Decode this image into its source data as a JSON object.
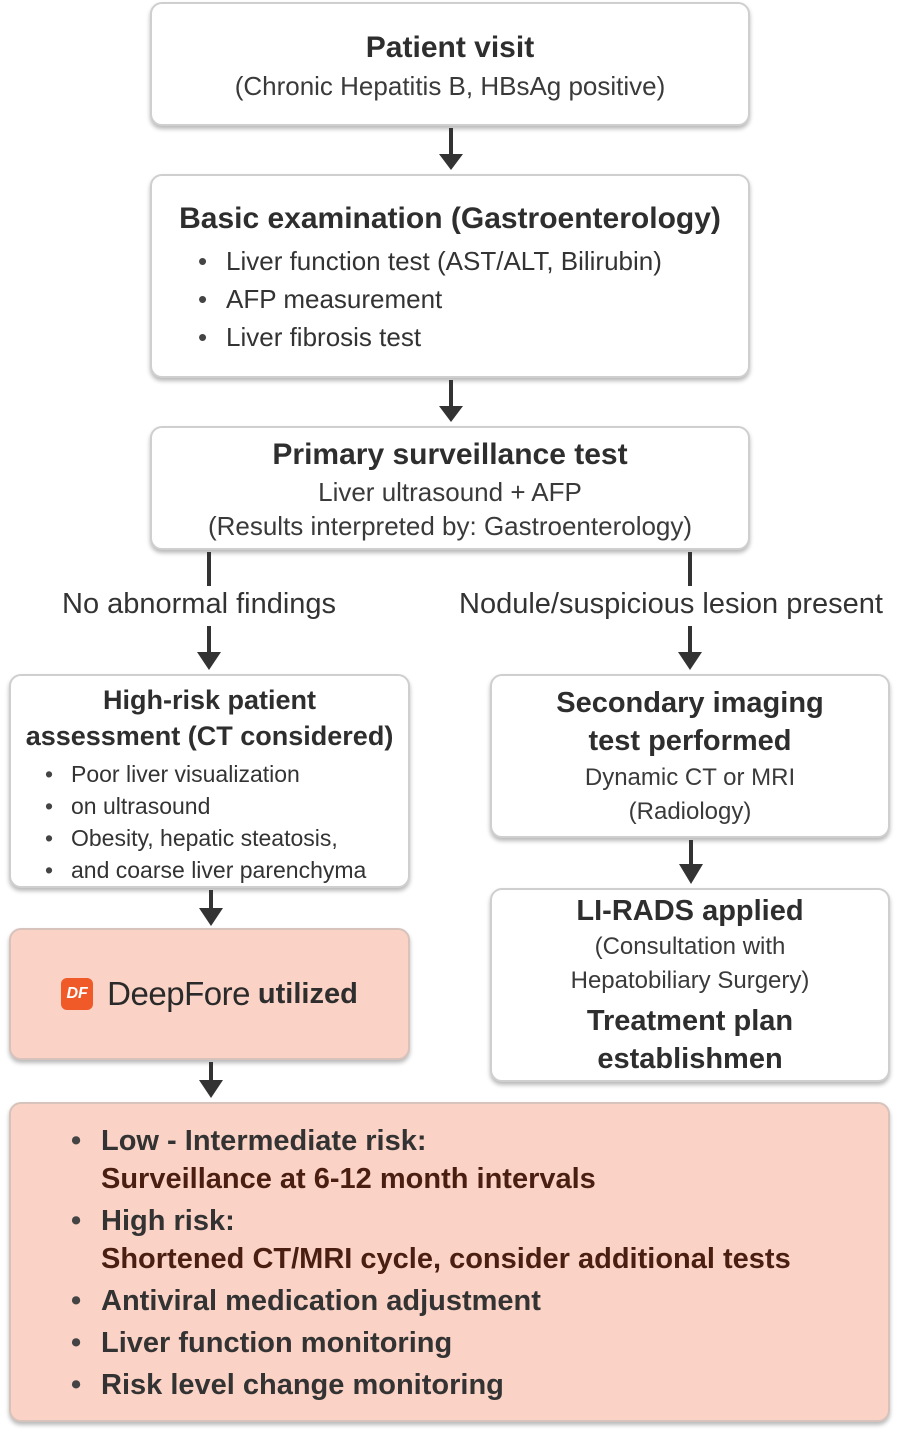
{
  "patient_visit": {
    "title": "Patient visit",
    "subtitle": "(Chronic Hepatitis B, HBsAg positive)"
  },
  "basic_exam": {
    "title": "Basic examination (Gastroenterology)",
    "items": [
      "Liver function test (AST/ALT, Bilirubin)",
      "AFP measurement",
      "Liver fibrosis test"
    ]
  },
  "primary_test": {
    "title": "Primary surveillance test",
    "line1": "Liver ultrasound + AFP",
    "line2": "(Results interpreted by: Gastroenterology)"
  },
  "branches": {
    "left": "No abnormal findings",
    "right": "Nodule/suspicious lesion present"
  },
  "high_risk": {
    "title_line1": "High-risk patient",
    "title_line2": "assessment (CT considered)",
    "items": [
      "Poor liver visualization",
      "on ultrasound",
      "Obesity, hepatic steatosis,",
      "and coarse liver parenchyma"
    ]
  },
  "secondary": {
    "title_line1": "Secondary imaging",
    "title_line2": "test performed",
    "line1": "Dynamic CT or MRI",
    "line2": "(Radiology)"
  },
  "deepfore": {
    "logo_text": "DF",
    "brand": "DeepFore",
    "suffix": "utilized",
    "logo_color": "#f05a28"
  },
  "lirads": {
    "title": "LI-RADS applied",
    "line1": "(Consultation with",
    "line2": "Hepatobiliary Surgery)",
    "plan_line1": "Treatment plan",
    "plan_line2": "establishmen"
  },
  "outcomes": {
    "items": [
      {
        "head": "Low - Intermediate risk:",
        "detail": "Surveillance at 6-12 month intervals"
      },
      {
        "head": "High risk:",
        "detail": "Shortened CT/MRI cycle, consider additional tests"
      },
      {
        "head": "Antiviral medication adjustment",
        "detail": ""
      },
      {
        "head": "Liver function monitoring",
        "detail": ""
      },
      {
        "head": "Risk level change monitoring",
        "detail": ""
      }
    ]
  },
  "colors": {
    "pink_fill": "#fbd3c6",
    "box_border": "#cfcfcf",
    "arrow": "#333333",
    "detail_text": "#4a1f12"
  }
}
